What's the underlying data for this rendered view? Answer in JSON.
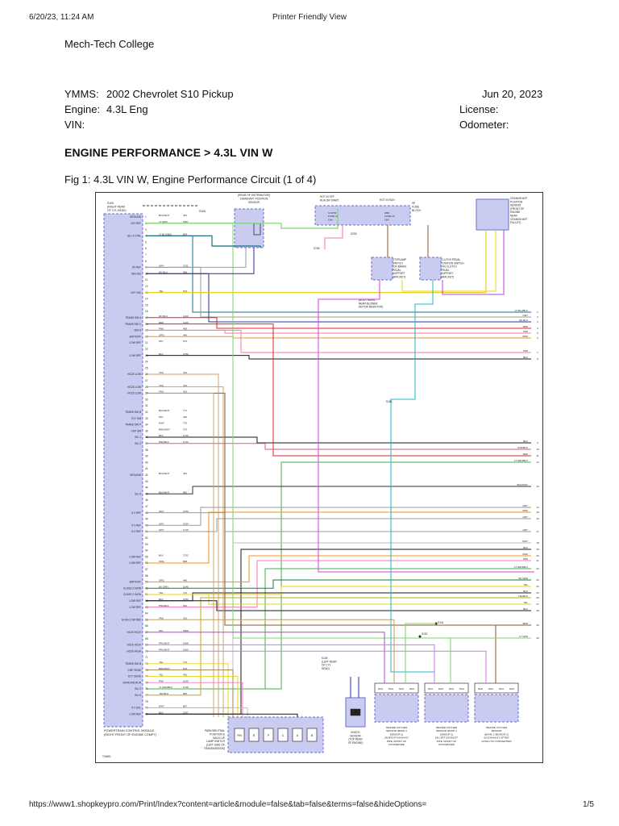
{
  "print_header": {
    "datetime": "6/20/23, 11:24 AM",
    "title": "Printer Friendly View"
  },
  "school": "Mech-Tech College",
  "vehicle": {
    "ymms_label": "YMMS:",
    "ymms_value": "2002 Chevrolet S10 Pickup",
    "engine_label": "Engine:",
    "engine_value": "4.3L Eng",
    "vin_label": "VIN:",
    "date": "Jun 20, 2023",
    "license_label": "License:",
    "odometer_label": "Odometer:"
  },
  "heading": "ENGINE PERFORMANCE > 4.3L VIN W",
  "figure_title": "Fig 1: 4.3L VIN W, Engine Performance Circuit (1 of 4)",
  "diagram": {
    "pcm_left_labels": [
      {
        "pin": "1",
        "name": "GROUND",
        "color": "BLK/WHT",
        "circuit": "451"
      },
      {
        "pin": "2",
        "name": "12V REF",
        "color": "LT GRN",
        "circuit": "1867"
      },
      {
        "pin": "4",
        "name": "BLI 4 CTRL",
        "color": "LT BLU/BLK",
        "circuit": "804"
      },
      {
        "pin": "9",
        "name": "5V REF",
        "color": "GRY",
        "circuit": "2701"
      },
      {
        "pin": "10",
        "name": "IGN SIG",
        "color": "DK BLU",
        "circuit": "496"
      },
      {
        "pin": "13",
        "name": "CKP SIG",
        "color": "YEL",
        "circuit": "573"
      },
      {
        "pin": "17",
        "name": "TRANS SW A",
        "color": "DK BLU",
        "circuit": "1223"
      },
      {
        "pin": "18",
        "name": "TRANS SW C",
        "color": "RED",
        "circuit": "1226"
      },
      {
        "pin": "19",
        "name": "ISM S",
        "color": "PNK",
        "circuit": "439"
      },
      {
        "pin": "20",
        "name": "BATTERY",
        "color": "ORG",
        "circuit": "440"
      },
      {
        "pin": "21",
        "name": "LOW REF",
        "color": "PPL",
        "circuit": "574"
      },
      {
        "pin": "23",
        "name": "LOW REF",
        "color": "BLK",
        "circuit": "2759"
      },
      {
        "pin": "26",
        "name": "HO2S LOW",
        "color": "TAN",
        "circuit": "413"
      },
      {
        "pin": "28",
        "name": "HO2S LOW",
        "color": "TAN",
        "circuit": "413"
      },
      {
        "pin": "29",
        "name": "HO2S LOW",
        "color": "TAN",
        "circuit": "413"
      },
      {
        "pin": "32",
        "name": "TRANS SW B",
        "color": "BLK/WHT",
        "circuit": "771"
      },
      {
        "pin": "33",
        "name": "TCC SW",
        "color": "PPL",
        "circuit": "420"
      },
      {
        "pin": "34",
        "name": "TRANS SW P",
        "color": "WHT",
        "circuit": "776"
      },
      {
        "pin": "35",
        "name": "CKP SW",
        "color": "BRN/WHT",
        "circuit": "375"
      },
      {
        "pin": "36",
        "name": "BLI 1",
        "color": "BLK",
        "circuit": "1743"
      },
      {
        "pin": "37",
        "name": "BLI 2",
        "color": "PNK/BLK",
        "circuit": "1744"
      },
      {
        "pin": "42",
        "name": "GROUND",
        "color": "BLK/WHT",
        "circuit": "451"
      },
      {
        "pin": "45",
        "name": "BLI 5",
        "color": "BLK/WHT",
        "circuit": "845"
      },
      {
        "pin": "48",
        "name": "5 V REF",
        "color": "GRY",
        "circuit": "2759"
      },
      {
        "pin": "50",
        "name": "5 V REF",
        "color": "GRY",
        "circuit": "2704"
      },
      {
        "pin": "51",
        "name": "5 V REF",
        "color": "GRY",
        "circuit": "1716"
      },
      {
        "pin": "55",
        "name": "LOW REF",
        "color": "BLK",
        "circuit": "2752"
      },
      {
        "pin": "56",
        "name": "LOW REF",
        "color": "ORG",
        "circuit": "808"
      },
      {
        "pin": "59",
        "name": "BATTERY",
        "color": "ORG",
        "circuit": "440"
      },
      {
        "pin": "60",
        "name": "CLASS 2 DATA",
        "color": "DK GRN",
        "circuit": "1049"
      },
      {
        "pin": "61",
        "name": "CLASS 2 DATA",
        "color": "YEL",
        "circuit": "710"
      },
      {
        "pin": "62",
        "name": "LOW REF",
        "color": "BLK",
        "circuit": "2753"
      },
      {
        "pin": "63",
        "name": "LOW REF",
        "color": "PNK/BLK",
        "circuit": "632"
      },
      {
        "pin": "65",
        "name": "HO2S LOW REF",
        "color": "TAN",
        "circuit": "413"
      },
      {
        "pin": "67",
        "name": "HO2S HIGH",
        "color": "PPL",
        "circuit": "1868"
      },
      {
        "pin": "69",
        "name": "HO2S HIGH",
        "color": "PPL/WHT",
        "circuit": "1668"
      },
      {
        "pin": "70",
        "name": "HO2S HIGH",
        "color": "PPL/WHT",
        "circuit": "1663"
      },
      {
        "pin": "72",
        "name": "TRANS SW B",
        "color": "YEL",
        "circuit": "772"
      },
      {
        "pin": "73",
        "name": "CMP SENS",
        "color": "BRN/WHT",
        "circuit": "633"
      },
      {
        "pin": "74",
        "name": "ECT SENS",
        "color": "YEL",
        "circuit": "410"
      },
      {
        "pin": "75",
        "name": "OFF/DOW RUN",
        "color": "PNK",
        "circuit": "1020"
      },
      {
        "pin": "76",
        "name": "BLI 3",
        "color": "LT GRN/BLK",
        "circuit": "1745"
      },
      {
        "pin": "77",
        "name": "BLI 6",
        "color": "YEL/BLK",
        "circuit": "836"
      },
      {
        "pin": "79",
        "name": "5 V SOL",
        "color": "WHT",
        "circuit": "687"
      },
      {
        "pin": "80",
        "name": "LOW REF",
        "color": "BLK",
        "circuit": "2767"
      }
    ],
    "right_labels": [
      {
        "wire": "LT BLU/BLK",
        "n": "1"
      },
      {
        "wire": "GRY",
        "n": "2"
      },
      {
        "wire": "DK BLU",
        "n": "3"
      },
      {
        "wire": "RED",
        "n": "4"
      },
      {
        "wire": "PNK",
        "n": "5"
      },
      {
        "wire": "ORG",
        "n": "6"
      },
      {
        "wire": "PNK",
        "n": "7"
      },
      {
        "wire": "BLK",
        "n": "8"
      },
      {
        "wire": "BLK",
        "n": "9"
      },
      {
        "wire": "PNK/BLK",
        "n": "10"
      },
      {
        "wire": "RED",
        "n": "11"
      },
      {
        "wire": "LT GRN/BLK",
        "n": "12"
      },
      {
        "wire": "BLK/WHT",
        "n": "13"
      },
      {
        "wire": "GRY",
        "n": "14"
      },
      {
        "wire": "ORG",
        "n": "15"
      },
      {
        "wire": "GRY",
        "n": "16"
      },
      {
        "wire": "GRY",
        "n": "17"
      },
      {
        "wire": "WHT",
        "n": "18"
      },
      {
        "wire": "BLK",
        "n": "19"
      },
      {
        "wire": "ORG",
        "n": "20"
      },
      {
        "wire": "PNK",
        "n": "21"
      },
      {
        "wire": "LT GRN/BLK",
        "n": "22"
      },
      {
        "wire": "DK GRN",
        "n": "23"
      },
      {
        "wire": "YEL",
        "n": "24"
      },
      {
        "wire": "BLK",
        "n": "25"
      },
      {
        "wire": "YEL/BLK",
        "n": "26"
      },
      {
        "wire": "YEL",
        "n": "27"
      },
      {
        "wire": "BLK",
        "n": "28"
      },
      {
        "wire": "BRN",
        "n": "29"
      },
      {
        "wire": "LT GRN",
        "n": "30"
      }
    ],
    "top_components": {
      "s100": "S100\n(RIGHT REAR\nOF CYL HEAD)",
      "s106": "S106",
      "cmp": "(REAR OF DISTRIBUTOR)\nCAMSHAFT POSITION\nSENSOR",
      "hot_off": "HOT IN OFF\nRUN OR START",
      "hot_run": "HOT IN RUN",
      "ip_fuse": "I/P\nFUSE\nBLOCK",
      "fuse_cluster": "CLSTR\nFUSE 11\n10A",
      "fuse_abs": "ABS\nFUSE 22\n15A",
      "crank": "CRANKSHAFT\nPOSITION\nSENSOR\n(FRONT OF\nENGINE\nNEAR\nCRANKSHAFT\nPULLEY)",
      "stoplamp": "STOPLAMP\nSWITCH\n(ON BRAKE\nPEDAL\nSUPPORT\nBRACKET)",
      "clutch": "CLUTCH PEDAL\nPOSITION SWITCH\n(ON CLUTCH\nPEDAL\nSUPPORT\nBRACKET)",
      "s136": "S136",
      "s203": "S203",
      "s105_note": "(BODY HARN.\nNEAR BLOWER\nMOTOR RESISTOR)"
    },
    "splices": [
      "S150",
      "S101",
      "S102",
      "S110",
      "S102"
    ],
    "bottom_components": {
      "pcm": "POWERTRAIN CONTROL MODULE\n(RIGHT FRONT OF ENGINE COMPT)",
      "prndl": "PARK/NEUTRAL\nPOSITION &\nBACK-UP\nLAMP SWITCH\n(LEFT SIDE OF\nTRANSMISSION)",
      "prndl_pins": [
        "P/N",
        "R",
        "P",
        "C",
        "A",
        "B"
      ],
      "s105": "S105\n(LEFT REAR\nOF CYL\nHEAD)",
      "knock": "KNOCK\nSENSOR\n(TOP REAR\nOF ENGINE)",
      "ho2s_b2s1": "HEATED OXYGEN\nSENSOR (BANK 2\nSENSOR 1)\n(IN RIGHT EXHAUST\nPIPE, FRONT OF\nCONVERTER)",
      "ho2s_b1s1": "HEATED OXYGEN\nSENSOR (BANK 1\nSENSOR 1)\n(IN LEFT EXHAUST\nPIPE, FRONT OF\nCONVERTER)",
      "ho2s_b1s2": "HEATED OXYGEN\nSENSOR\n(BANK 1 SENSOR 2)\n(IN EXHAUST, AFTER\nCATALYTIC CONVERTER)",
      "code": "T04691"
    },
    "colors": {
      "frame": "#333333",
      "pcm_fill": "#c9ccf0",
      "pcm_stroke": "#6a6fc9",
      "BLK": "#1a1a1a",
      "BLK/WHT": "#333333",
      "LT GRN": "#7ad36b",
      "LT BLU/BLK": "#1b6f80",
      "GRY": "#9a9a9a",
      "DK BLU": "#2a2f9a",
      "YEL": "#e4d21a",
      "RED": "#e0232a",
      "PNK": "#f07ab6",
      "ORG": "#f0951e",
      "PPL": "#c23fd8",
      "TAN": "#c69b64",
      "WHT": "#bbbbbb",
      "BRN": "#8a5a2a",
      "DK GRN": "#1a7a3a",
      "PNK/BLK": "#d65a9a",
      "LT GRN/BLK": "#3fb24b",
      "YEL/BLK": "#bfa914",
      "BRN/WHT": "#a07a4a",
      "PPL/WHT": "#d07ae0",
      "MAG": "#e23ae0",
      "CYAN": "#1fb5c8"
    }
  },
  "footer": {
    "url": "https://www1.shopkeypro.com/Print/Index?content=article&module=false&tab=false&terms=false&hideOptions=",
    "page": "1/5"
  }
}
